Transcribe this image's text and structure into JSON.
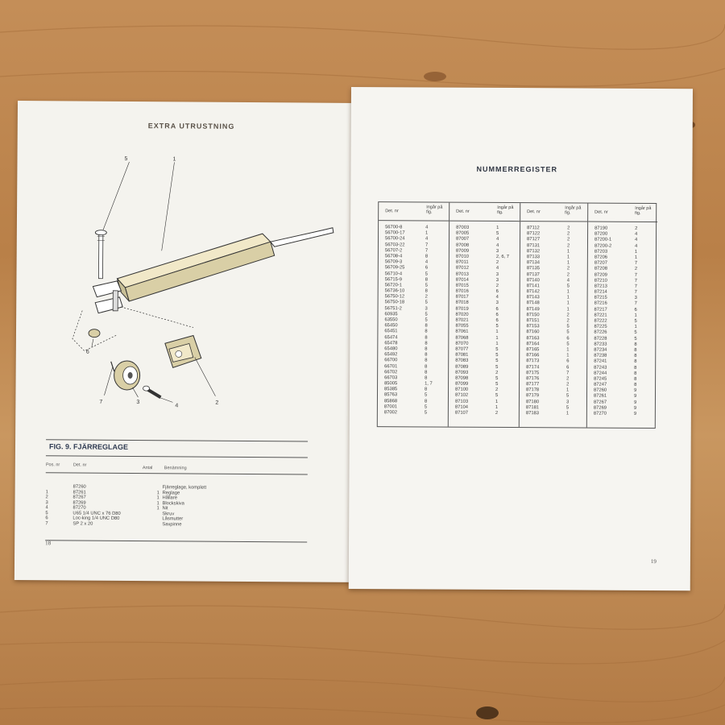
{
  "left_page": {
    "heading": "EXTRA UTRUSTNING",
    "figure_title": "FIG. 9. FJÄRREGLAGE",
    "page_number": "18",
    "callouts": [
      "1",
      "2",
      "3",
      "4",
      "5",
      "6",
      "7"
    ],
    "parts_table": {
      "headers": [
        "Pos. nr",
        "Det. nr",
        "Antal",
        "Benämning"
      ],
      "rows": [
        {
          "pos": "",
          "det": "87260",
          "antal": "",
          "name": "Fjärreglage, komplett"
        },
        {
          "pos": "1",
          "det": "87261",
          "antal": "1",
          "name": "Reglage"
        },
        {
          "pos": "2",
          "det": "87267",
          "antal": "1",
          "name": "Hållare"
        },
        {
          "pos": "3",
          "det": "87269",
          "antal": "1",
          "name": "Blockskiva"
        },
        {
          "pos": "4",
          "det": "87270",
          "antal": "1",
          "name": "Nit"
        },
        {
          "pos": "5",
          "det": "U65 1/4 UNC x 76 D80",
          "antal": "",
          "name": "Skruv"
        },
        {
          "pos": "6",
          "det": "Loc-king 1/4 UNC D80",
          "antal": "",
          "name": "Låsmutter"
        },
        {
          "pos": "7",
          "det": "SP 2 x 20",
          "antal": "",
          "name": "Saxpinne"
        }
      ]
    }
  },
  "right_page": {
    "heading": "NUMMERREGISTER",
    "page_number": "19",
    "col_det": "Det. nr",
    "col_fig": "Ingår på fig.",
    "columns": [
      {
        "rows": [
          [
            "56700-8",
            "4"
          ],
          [
            "56700-17",
            "1"
          ],
          [
            "56700-24",
            "4"
          ],
          [
            "56703-22",
            "7"
          ],
          [
            "56707-2",
            "7"
          ],
          [
            "56708-4",
            "8"
          ],
          [
            "56709-3",
            "4"
          ],
          [
            "56709-25",
            "6"
          ],
          [
            "56710-4",
            "5"
          ],
          [
            "56715-9",
            "8"
          ],
          [
            "56720-1",
            "5"
          ],
          [
            "56736-10",
            "8"
          ],
          [
            "56750-12",
            "2"
          ],
          [
            "56750-18",
            "5"
          ],
          [
            "56751-2",
            "3"
          ],
          [
            "60935",
            "5"
          ],
          [
            "63550",
            "5"
          ],
          [
            "65450",
            "8"
          ],
          [
            "65451",
            "8"
          ],
          [
            "65474",
            "8"
          ],
          [
            "65478",
            "8"
          ],
          [
            "65480",
            "8"
          ],
          [
            "65492",
            "8"
          ],
          [
            "66700",
            "8"
          ],
          [
            "66701",
            "8"
          ],
          [
            "66702",
            "8"
          ],
          [
            "66703",
            "8"
          ],
          [
            "85005",
            "1, 7"
          ],
          [
            "85385",
            "8"
          ],
          [
            "85763",
            "5"
          ],
          [
            "85868",
            "8"
          ],
          [
            "87001",
            "5"
          ],
          [
            "87002",
            "5"
          ]
        ]
      },
      {
        "rows": [
          [
            "87003",
            "1"
          ],
          [
            "87005",
            "5"
          ],
          [
            "87007",
            "4"
          ],
          [
            "87008",
            "4"
          ],
          [
            "87009",
            "3"
          ],
          [
            "87010",
            "2, 6, 7"
          ],
          [
            "87011",
            "2"
          ],
          [
            "87012",
            "4"
          ],
          [
            "87013",
            "3"
          ],
          [
            "87014",
            "3"
          ],
          [
            "87015",
            "2"
          ],
          [
            "87016",
            "6"
          ],
          [
            "87017",
            "4"
          ],
          [
            "87018",
            "3"
          ],
          [
            "87019",
            "6"
          ],
          [
            "87020",
            "6"
          ],
          [
            "87021",
            "6"
          ],
          [
            "87055",
            "5"
          ],
          [
            "87061",
            "1"
          ],
          [
            "87068",
            "1"
          ],
          [
            "87070",
            "1"
          ],
          [
            "87077",
            "5"
          ],
          [
            "87081",
            "5"
          ],
          [
            "87083",
            "5"
          ],
          [
            "87089",
            "5"
          ],
          [
            "87093",
            "2"
          ],
          [
            "87098",
            "5"
          ],
          [
            "87099",
            "5"
          ],
          [
            "87100",
            "2"
          ],
          [
            "87102",
            "5"
          ],
          [
            "87103",
            "1"
          ],
          [
            "87104",
            "1"
          ],
          [
            "87107",
            "2"
          ]
        ]
      },
      {
        "rows": [
          [
            "87112",
            "2"
          ],
          [
            "87122",
            "2"
          ],
          [
            "87127",
            "2"
          ],
          [
            "87131",
            "2"
          ],
          [
            "87132",
            "1"
          ],
          [
            "87133",
            "1"
          ],
          [
            "87134",
            "1"
          ],
          [
            "87135",
            "2"
          ],
          [
            "87137",
            "2"
          ],
          [
            "87140",
            "4"
          ],
          [
            "87141",
            "5"
          ],
          [
            "87142",
            "1"
          ],
          [
            "87143",
            "1"
          ],
          [
            "87148",
            "1"
          ],
          [
            "87149",
            "1"
          ],
          [
            "87150",
            "2"
          ],
          [
            "87151",
            "2"
          ],
          [
            "87153",
            "5"
          ],
          [
            "87160",
            "5"
          ],
          [
            "87163",
            "6"
          ],
          [
            "87164",
            "5"
          ],
          [
            "87165",
            "1"
          ],
          [
            "87166",
            "1"
          ],
          [
            "87173",
            "6"
          ],
          [
            "87174",
            "6"
          ],
          [
            "87175",
            "7"
          ],
          [
            "87176",
            "2"
          ],
          [
            "87177",
            "2"
          ],
          [
            "87178",
            "1"
          ],
          [
            "87179",
            "5"
          ],
          [
            "87180",
            "3"
          ],
          [
            "87181",
            "5"
          ],
          [
            "87183",
            "1"
          ]
        ]
      },
      {
        "rows": [
          [
            "87190",
            "2"
          ],
          [
            "87200",
            "4"
          ],
          [
            "87200-1",
            "4"
          ],
          [
            "87200-2",
            "4"
          ],
          [
            "87203",
            "1"
          ],
          [
            "87206",
            "1"
          ],
          [
            "87207",
            "7"
          ],
          [
            "87208",
            "2"
          ],
          [
            "87209",
            "7"
          ],
          [
            "87210",
            "7"
          ],
          [
            "87213",
            "7"
          ],
          [
            "87214",
            "7"
          ],
          [
            "87215",
            "3"
          ],
          [
            "87216",
            "7"
          ],
          [
            "87217",
            "6"
          ],
          [
            "87221",
            "1"
          ],
          [
            "87222",
            "5"
          ],
          [
            "87225",
            "1"
          ],
          [
            "87226",
            "5"
          ],
          [
            "87228",
            "5"
          ],
          [
            "87233",
            "8"
          ],
          [
            "87234",
            "8"
          ],
          [
            "87238",
            "8"
          ],
          [
            "87241",
            "8"
          ],
          [
            "87243",
            "8"
          ],
          [
            "87244",
            "8"
          ],
          [
            "87245",
            "8"
          ],
          [
            "87247",
            "8"
          ],
          [
            "87260",
            "9"
          ],
          [
            "87261",
            "9"
          ],
          [
            "87267",
            "9"
          ],
          [
            "87269",
            "9"
          ],
          [
            "87270",
            "9"
          ]
        ]
      }
    ]
  }
}
